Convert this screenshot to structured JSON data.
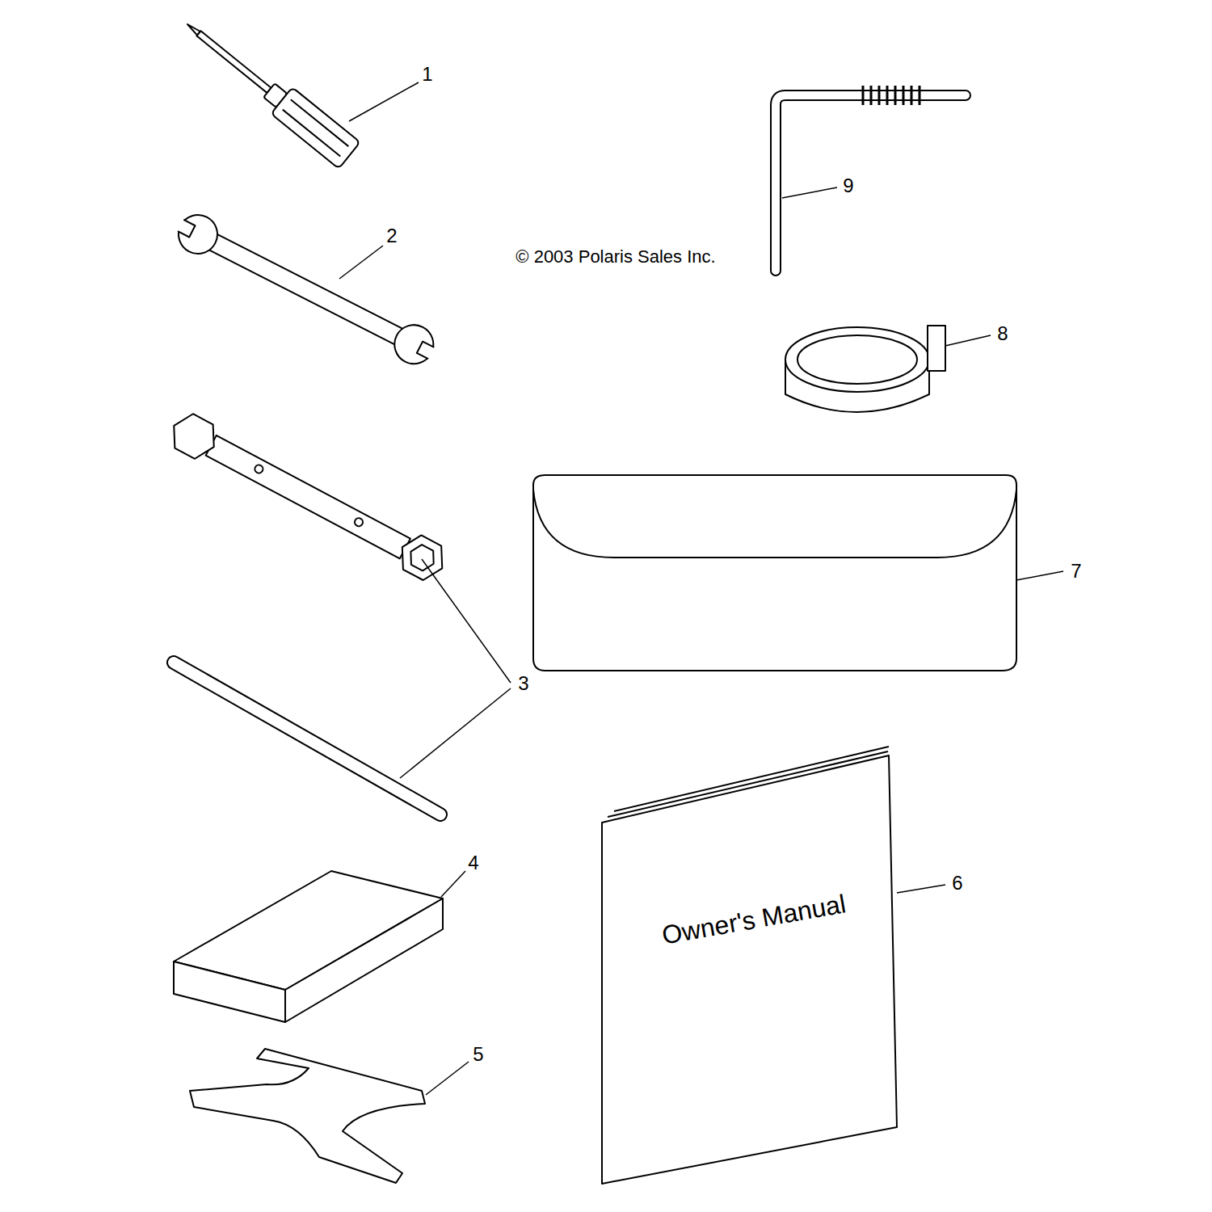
{
  "diagram": {
    "labels": [
      "1",
      "2",
      "3",
      "4",
      "5",
      "6",
      "7",
      "8",
      "9",
      "© 2003 Polaris Sales Inc.",
      "Owner's Manual"
    ]
  }
}
